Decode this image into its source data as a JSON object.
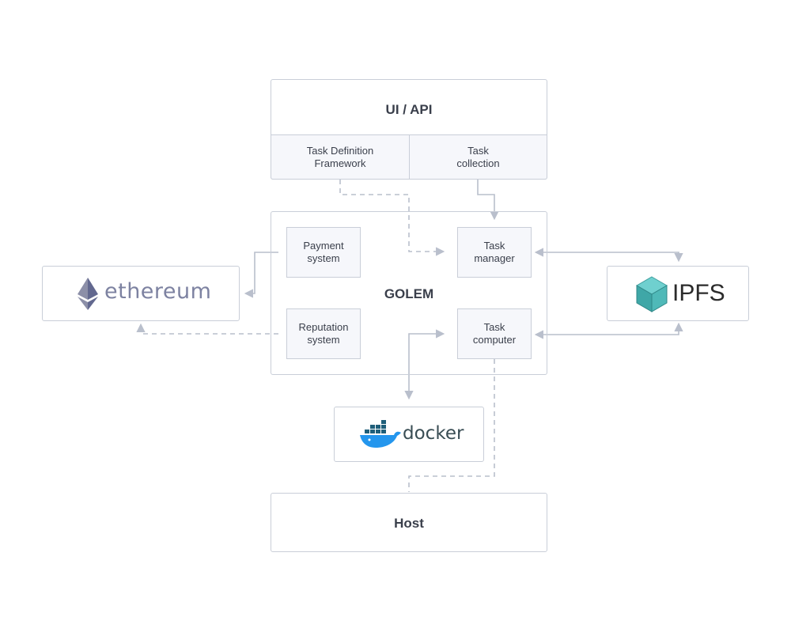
{
  "ui_api": {
    "title": "UI / API",
    "task_definition_framework": [
      "Task Definition",
      "Framework"
    ],
    "task_collection": [
      "Task",
      "collection"
    ]
  },
  "golem": {
    "title": "GOLEM",
    "payment_system": [
      "Payment",
      "system"
    ],
    "reputation_system": [
      "Reputation",
      "system"
    ],
    "task_manager": [
      "Task",
      "manager"
    ],
    "task_computer": [
      "Task",
      "computer"
    ]
  },
  "ethereum": {
    "label": "ethereum"
  },
  "ipfs": {
    "label": "IPFS"
  },
  "docker": {
    "label": "docker"
  },
  "host": {
    "title": "Host"
  },
  "colors": {
    "line": "#b9bfcc",
    "border": "#c9ced8",
    "sub_fill": "#f6f7fb",
    "text": "#3a3f4b",
    "ethereum": "#7d82a1",
    "ipfs": "#4fb3b3",
    "docker": "#2496ed"
  }
}
